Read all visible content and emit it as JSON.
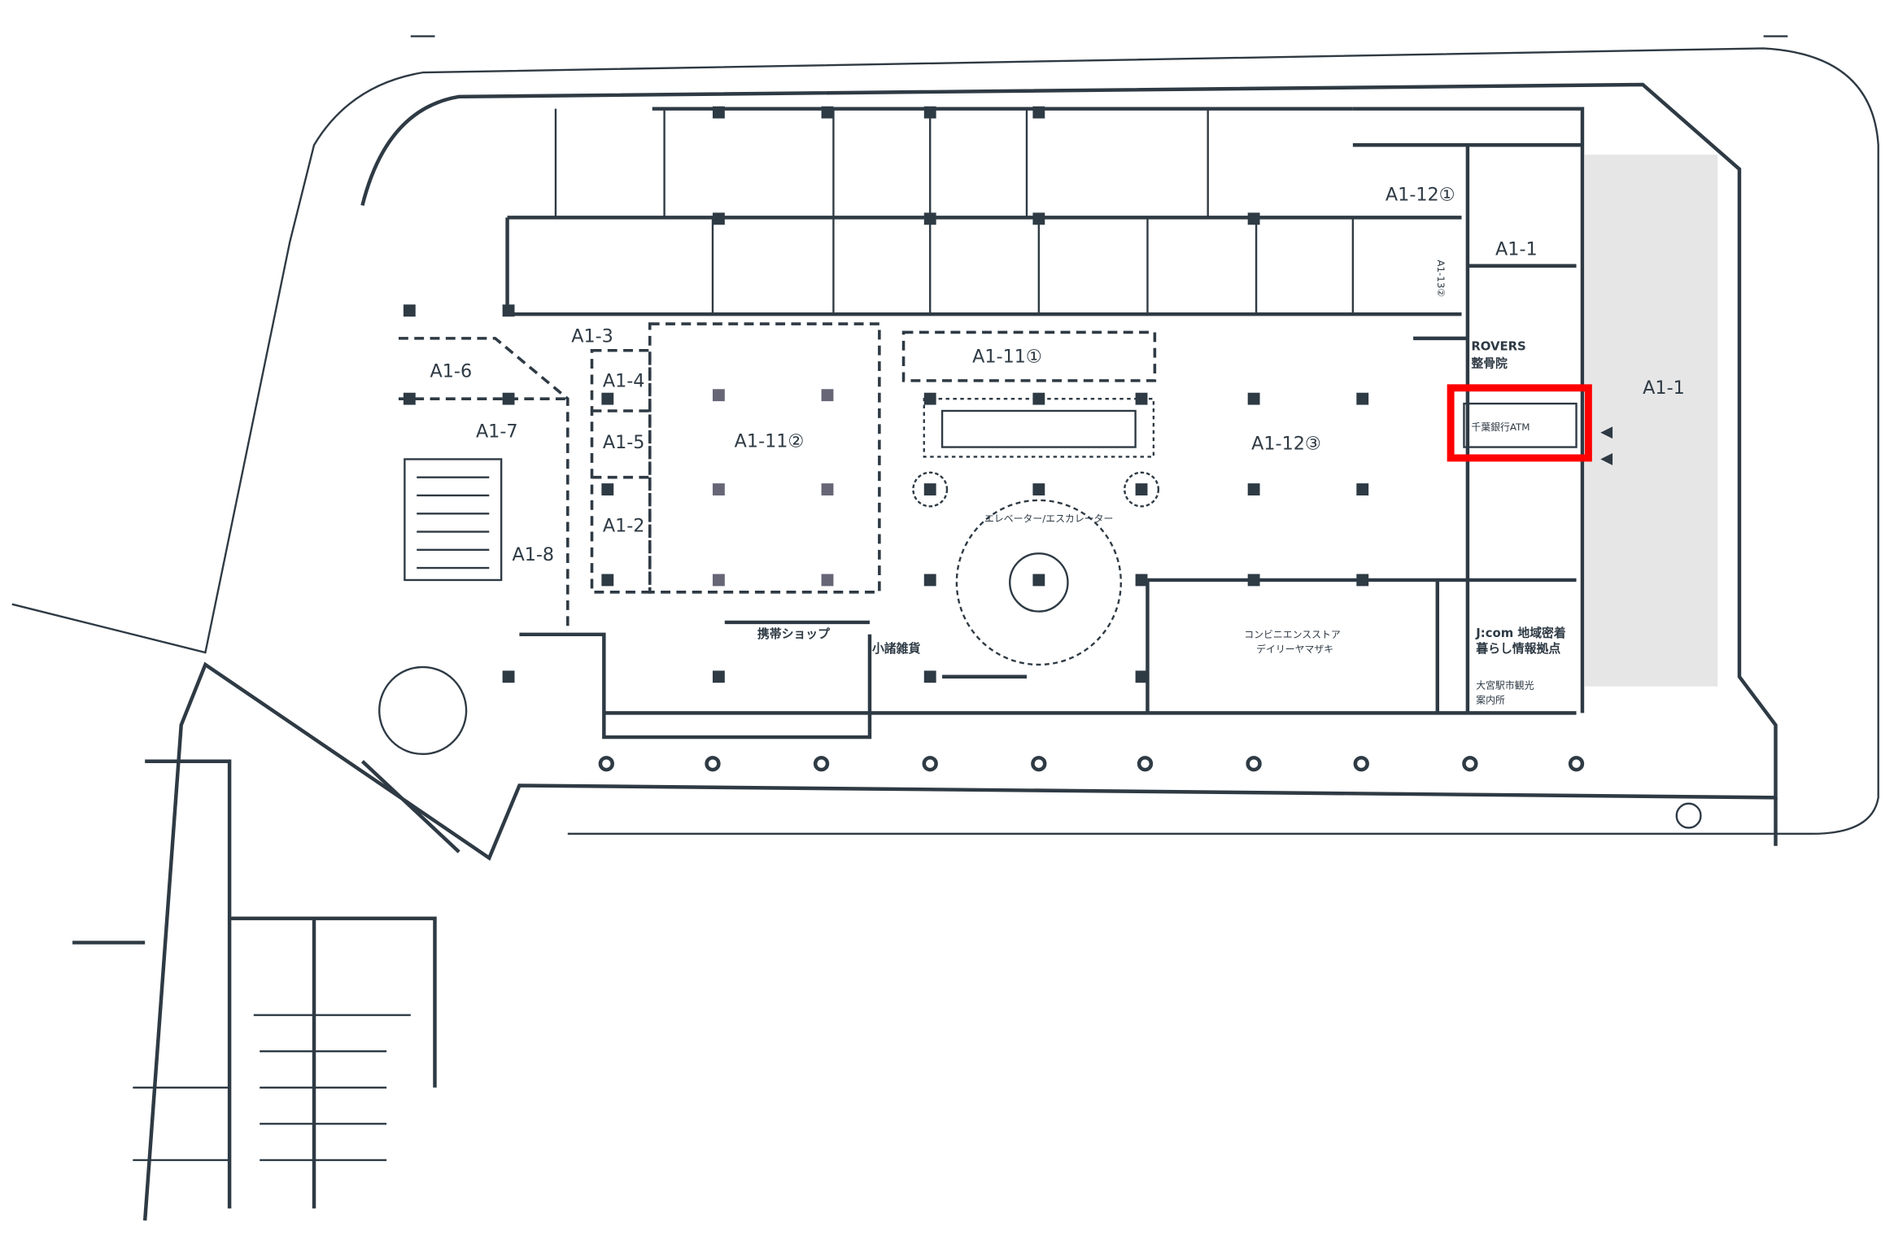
{
  "map": {
    "rooms": {
      "a1_1": "A1-1",
      "a1_1_plaza": "A1-1",
      "a1_2": "A1-2",
      "a1_3": "A1-3",
      "a1_4": "A1-4",
      "a1_5": "A1-5",
      "a1_6": "A1-6",
      "a1_7": "A1-7",
      "a1_8": "A1-8",
      "a1_11_1": "A1-11①",
      "a1_11_2": "A1-11②",
      "a1_12_1": "A1-12①",
      "a1_12_3": "A1-12③",
      "a1_13": "A1-13②"
    },
    "shops": {
      "rovers": "ROVERS",
      "rovers_sub": "整骨院",
      "atm": "千葉銀行ATM",
      "phone_shop": "携帯ショップ",
      "small_shop": "小諸雑貨",
      "conbini": "コンビニエンスストア",
      "conbini_sub": "デイリーヤマザキ",
      "jcom": "J:com 地域密着",
      "jcom_sub": "暮らし情報拠点",
      "info": "大宮駅市観光",
      "info_sub": "案内所",
      "escalator": "エレベーター/エスカレーター"
    },
    "highlight_color": "#ff0000",
    "plaza_color": "#e6e6e6"
  }
}
